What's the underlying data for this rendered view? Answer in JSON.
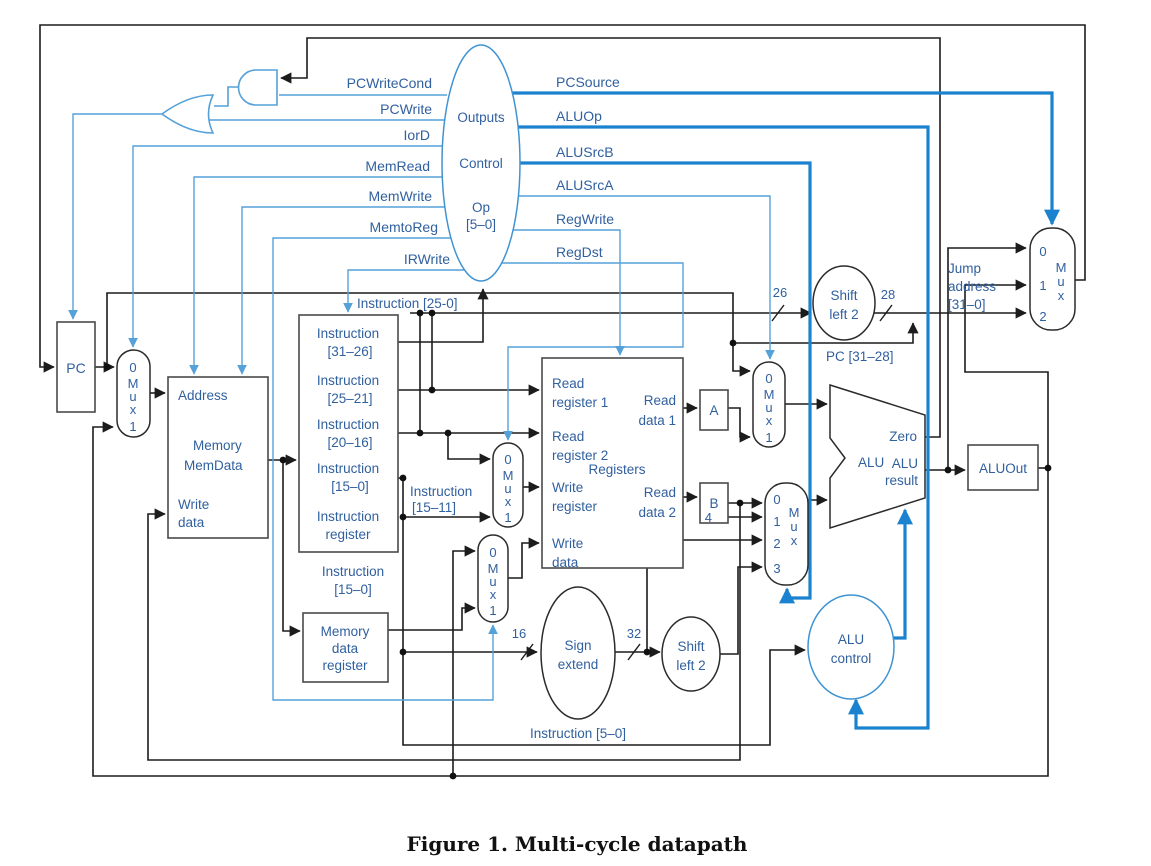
{
  "figure": {
    "caption": "Figure 1. Multi-cycle datapath"
  },
  "colors": {
    "wire_black": "#1c1c1c",
    "control_line_thin": "#55a1d8",
    "control_line_thick": "#1b82cf",
    "label_text": "#31609f",
    "caption_text": "#111111"
  },
  "control_unit": {
    "body": {
      "outputs": "Outputs",
      "control": "Control",
      "op": "Op",
      "op_range": "[5–0]"
    },
    "left_signals": [
      "PCWriteCond",
      "PCWrite",
      "IorD",
      "MemRead",
      "MemWrite",
      "MemtoReg",
      "IRWrite"
    ],
    "right_signals": [
      "PCSource",
      "ALUOp",
      "ALUSrcB",
      "ALUSrcA",
      "RegWrite",
      "RegDst"
    ]
  },
  "mux": {
    "p0": "0",
    "p1": "1",
    "p2": "2",
    "p3": "3",
    "m": "M",
    "u": "u",
    "x": "x"
  },
  "pc": {
    "label": "PC"
  },
  "memory": {
    "address": "Address",
    "title": "Memory",
    "memdata": "MemData",
    "write": "Write",
    "data": "data"
  },
  "ir": {
    "fields": [
      [
        "Instruction",
        "[31–26]"
      ],
      [
        "Instruction",
        "[25–21]"
      ],
      [
        "Instruction",
        "[20–16]"
      ],
      [
        "Instruction",
        "[15–0]"
      ]
    ],
    "title": [
      "Instruction",
      "register"
    ]
  },
  "mdr": {
    "lines": [
      "Memory",
      "data",
      "register"
    ]
  },
  "buses": {
    "instr_25_0": "Instruction [25-0]",
    "instr_15_0": [
      "Instruction",
      "[15–0]"
    ],
    "instr_15_11": [
      "Instruction",
      "[15–11]"
    ],
    "instr_5_0": "Instruction [5–0]",
    "pc_31_28": "PC [31–28]",
    "jump_address": [
      "Jump",
      "address",
      "[31–0]"
    ],
    "w26": "26",
    "w28": "28",
    "w16": "16",
    "w32": "32",
    "const4": "4"
  },
  "registers": {
    "read_reg1": [
      "Read",
      "register 1"
    ],
    "read_reg2": [
      "Read",
      "register 2"
    ],
    "title": "Registers",
    "write_reg": [
      "Write",
      "register"
    ],
    "write_data": [
      "Write",
      "data"
    ],
    "read_data1": [
      "Read",
      "data 1"
    ],
    "read_data2": [
      "Read",
      "data 2"
    ]
  },
  "a_reg": "A",
  "b_reg": "B",
  "alu": {
    "name": "ALU",
    "zero": "Zero",
    "result": [
      "ALU",
      "result"
    ]
  },
  "aluout": "ALUOut",
  "sign_extend": [
    "Sign",
    "extend"
  ],
  "shift_left_top": [
    "Shift",
    "left 2"
  ],
  "shift_left_bottom": [
    "Shift",
    "left 2"
  ],
  "alu_control": [
    "ALU",
    "control"
  ]
}
